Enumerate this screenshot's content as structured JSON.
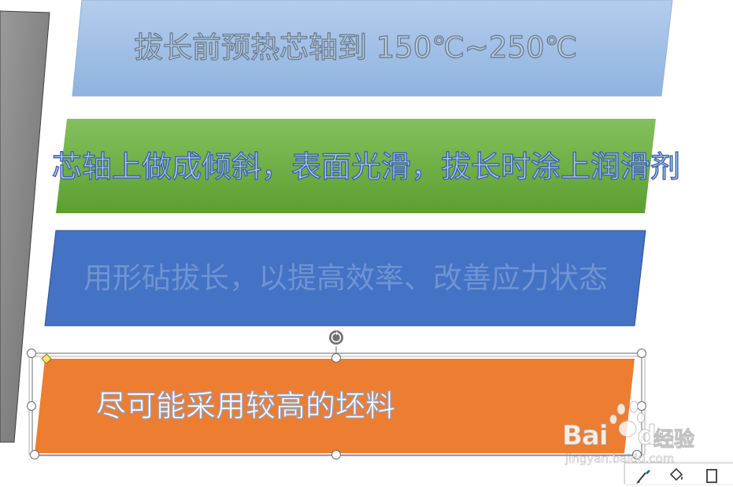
{
  "slide": {
    "shapes": [
      {
        "text": "拔长前预热芯轴到 150℃~250℃",
        "fill": "#a6c3e6",
        "fill_end": "#8fb3df"
      },
      {
        "text": "芯轴上做成倾斜，表面光滑，拔长时涂上润滑剂",
        "fill": "#7ab853",
        "fill_end": "#5da233"
      },
      {
        "text": "用形砧拔长，以提高效率、改善应力状态",
        "fill": "#4472c4"
      },
      {
        "text": "尽可能采用较高的坯料",
        "fill": "#ed7d31",
        "selected": true
      }
    ]
  },
  "watermark": {
    "brand": "Bai",
    "brand2": "du",
    "product": "经验",
    "url": "jingyan.baidu.com"
  },
  "toolbar": {
    "icons": [
      "style-brush-icon",
      "fill-bucket-icon",
      "outline-icon"
    ]
  },
  "colors": {
    "selection": "#555555",
    "left_bar": "#7f7f7f"
  }
}
